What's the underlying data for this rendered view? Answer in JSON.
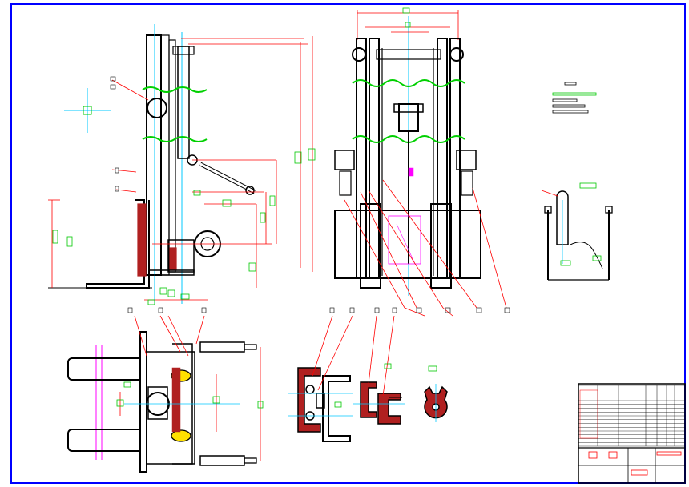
{
  "sheet": {
    "background": "#ffffff",
    "border_color": "#0000ff",
    "line_color": "#000000",
    "centerline_color": "#00c8ff",
    "dimension_color": "#ff0000",
    "dimension_text_color": "#00c800",
    "hidden_line_color": "#ff00ff",
    "break_line_color": "#00d000",
    "section_fill_color": "#b02020"
  },
  "views": [
    {
      "id": "side-view"
    },
    {
      "id": "front-view"
    },
    {
      "id": "plan-view"
    },
    {
      "id": "section-details"
    },
    {
      "id": "right-detail-view"
    },
    {
      "id": "title-block"
    }
  ],
  "title_block": {
    "bom_rows": 16
  }
}
